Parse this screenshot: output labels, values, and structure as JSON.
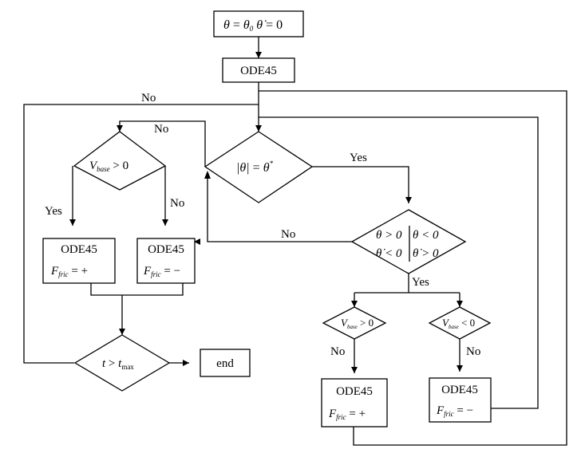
{
  "blocks": {
    "start": {
      "theta": "θ",
      "eq1": " = ",
      "theta0": "θ",
      "sub0": "0",
      "thetadot": "θ̇",
      "eq2": " = 0"
    },
    "ode_top": "ODE45",
    "check_theta": {
      "abs": "|θ|",
      "eq": " = ",
      "star": "θ",
      "sup": "*"
    },
    "check_signs": {
      "row1a": "θ > 0",
      "row1b": "θ < 0",
      "row2a": "θ̇ < 0",
      "row2b": "θ̇ > 0"
    },
    "vbase_left": {
      "v": "V",
      "sub": "base",
      "rel": " > 0"
    },
    "ode_left_yes": {
      "label": "ODE45",
      "f": "F",
      "sub": "fric",
      "rel": " = +"
    },
    "ode_left_no": {
      "label": "ODE45",
      "f": "F",
      "sub": "fric",
      "rel": " = −"
    },
    "t_check": {
      "t": "t",
      "rel": " > ",
      "tmax": "t",
      "sub": "max"
    },
    "end": "end",
    "vbase_r1": {
      "v": "V",
      "sub": "base",
      "rel": " > 0"
    },
    "vbase_r2": {
      "v": "V",
      "sub": "base",
      "rel": " < 0"
    },
    "ode_r1": {
      "label": "ODE45",
      "f": "F",
      "sub": "fric",
      "rel": " = +"
    },
    "ode_r2": {
      "label": "ODE45",
      "f": "F",
      "sub": "fric",
      "rel": " = −"
    }
  },
  "edges": {
    "no": "No",
    "yes": "Yes"
  }
}
